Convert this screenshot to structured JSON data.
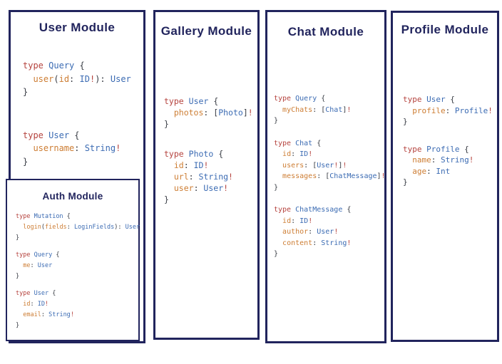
{
  "palette": {
    "navy": "#21245d",
    "keyword_red": "#b5433e",
    "type_blue": "#3b6bb3",
    "field_orange": "#cd7d33",
    "punct_dark": "#383c44",
    "background": "#ffffff"
  },
  "modules": [
    {
      "id": "user",
      "title": "User Module",
      "blocks": [
        [
          [
            [
              "type",
              "k"
            ],
            [
              " ",
              "p"
            ],
            [
              "Query",
              "t"
            ],
            [
              " {",
              "p"
            ]
          ],
          [
            [
              "  ",
              "p"
            ],
            [
              "user",
              "f"
            ],
            [
              "(",
              "p"
            ],
            [
              "id",
              "f"
            ],
            [
              ": ",
              "p"
            ],
            [
              "ID",
              "t"
            ],
            [
              "!",
              "k"
            ],
            [
              "): ",
              "p"
            ],
            [
              "User",
              "t"
            ]
          ],
          [
            [
              "}",
              "p"
            ]
          ]
        ],
        [
          [
            [
              "type",
              "k"
            ],
            [
              " ",
              "p"
            ],
            [
              "User",
              "t"
            ],
            [
              " {",
              "p"
            ]
          ],
          [
            [
              "  ",
              "p"
            ],
            [
              "username",
              "f"
            ],
            [
              ": ",
              "p"
            ],
            [
              "String",
              "t"
            ],
            [
              "!",
              "k"
            ]
          ],
          [
            [
              "}",
              "p"
            ]
          ]
        ]
      ]
    },
    {
      "id": "auth",
      "title": "Auth Module",
      "blocks": [
        [
          [
            [
              "type",
              "k"
            ],
            [
              " ",
              "p"
            ],
            [
              "Mutation",
              "t"
            ],
            [
              " {",
              "p"
            ]
          ],
          [
            [
              "  ",
              "p"
            ],
            [
              "login",
              "f"
            ],
            [
              "(",
              "p"
            ],
            [
              "fields",
              "f"
            ],
            [
              ": ",
              "p"
            ],
            [
              "LoginFields",
              "t"
            ],
            [
              "): ",
              "p"
            ],
            [
              "User",
              "t"
            ]
          ],
          [
            [
              "}",
              "p"
            ]
          ]
        ],
        [
          [
            [
              "type",
              "k"
            ],
            [
              " ",
              "p"
            ],
            [
              "Query",
              "t"
            ],
            [
              " {",
              "p"
            ]
          ],
          [
            [
              "  ",
              "p"
            ],
            [
              "me",
              "f"
            ],
            [
              ": ",
              "p"
            ],
            [
              "User",
              "t"
            ]
          ],
          [
            [
              "}",
              "p"
            ]
          ]
        ],
        [
          [
            [
              "type",
              "k"
            ],
            [
              " ",
              "p"
            ],
            [
              "User",
              "t"
            ],
            [
              " {",
              "p"
            ]
          ],
          [
            [
              "  ",
              "p"
            ],
            [
              "id",
              "f"
            ],
            [
              ": ",
              "p"
            ],
            [
              "ID",
              "t"
            ],
            [
              "!",
              "k"
            ]
          ],
          [
            [
              "  ",
              "p"
            ],
            [
              "email",
              "f"
            ],
            [
              ": ",
              "p"
            ],
            [
              "String",
              "t"
            ],
            [
              "!",
              "k"
            ]
          ],
          [
            [
              "}",
              "p"
            ]
          ]
        ]
      ]
    },
    {
      "id": "gallery",
      "title": "Gallery Module",
      "blocks": [
        [
          [
            [
              "type",
              "k"
            ],
            [
              " ",
              "p"
            ],
            [
              "User",
              "t"
            ],
            [
              " {",
              "p"
            ]
          ],
          [
            [
              "  ",
              "p"
            ],
            [
              "photos",
              "f"
            ],
            [
              ": [",
              "p"
            ],
            [
              "Photo",
              "t"
            ],
            [
              "]",
              "p"
            ],
            [
              "!",
              "k"
            ]
          ],
          [
            [
              "}",
              "p"
            ]
          ]
        ],
        [
          [
            [
              "type",
              "k"
            ],
            [
              " ",
              "p"
            ],
            [
              "Photo",
              "t"
            ],
            [
              " {",
              "p"
            ]
          ],
          [
            [
              "  ",
              "p"
            ],
            [
              "id",
              "f"
            ],
            [
              ": ",
              "p"
            ],
            [
              "ID",
              "t"
            ],
            [
              "!",
              "k"
            ]
          ],
          [
            [
              "  ",
              "p"
            ],
            [
              "url",
              "f"
            ],
            [
              ": ",
              "p"
            ],
            [
              "String",
              "t"
            ],
            [
              "!",
              "k"
            ]
          ],
          [
            [
              "  ",
              "p"
            ],
            [
              "user",
              "f"
            ],
            [
              ": ",
              "p"
            ],
            [
              "User",
              "t"
            ],
            [
              "!",
              "k"
            ]
          ],
          [
            [
              "}",
              "p"
            ]
          ]
        ]
      ]
    },
    {
      "id": "chat",
      "title": "Chat Module",
      "blocks": [
        [
          [
            [
              "type",
              "k"
            ],
            [
              " ",
              "p"
            ],
            [
              "Query",
              "t"
            ],
            [
              " {",
              "p"
            ]
          ],
          [
            [
              "  ",
              "p"
            ],
            [
              "myChats",
              "f"
            ],
            [
              ": [",
              "p"
            ],
            [
              "Chat",
              "t"
            ],
            [
              "]",
              "p"
            ],
            [
              "!",
              "k"
            ]
          ],
          [
            [
              "}",
              "p"
            ]
          ]
        ],
        [
          [
            [
              "type",
              "k"
            ],
            [
              " ",
              "p"
            ],
            [
              "Chat",
              "t"
            ],
            [
              " {",
              "p"
            ]
          ],
          [
            [
              "  ",
              "p"
            ],
            [
              "id",
              "f"
            ],
            [
              ": ",
              "p"
            ],
            [
              "ID",
              "t"
            ],
            [
              "!",
              "k"
            ]
          ],
          [
            [
              "  ",
              "p"
            ],
            [
              "users",
              "f"
            ],
            [
              ": [",
              "p"
            ],
            [
              "User",
              "t"
            ],
            [
              "!",
              "k"
            ],
            [
              "]",
              "p"
            ],
            [
              "!",
              "k"
            ]
          ],
          [
            [
              "  ",
              "p"
            ],
            [
              "messages",
              "f"
            ],
            [
              ": [",
              "p"
            ],
            [
              "ChatMessage",
              "t"
            ],
            [
              "]",
              "p"
            ],
            [
              "!",
              "k"
            ]
          ],
          [
            [
              "}",
              "p"
            ]
          ]
        ],
        [
          [
            [
              "type",
              "k"
            ],
            [
              " ",
              "p"
            ],
            [
              "ChatMessage",
              "t"
            ],
            [
              " {",
              "p"
            ]
          ],
          [
            [
              "  ",
              "p"
            ],
            [
              "id",
              "f"
            ],
            [
              ": ",
              "p"
            ],
            [
              "ID",
              "t"
            ],
            [
              "!",
              "k"
            ]
          ],
          [
            [
              "  ",
              "p"
            ],
            [
              "author",
              "f"
            ],
            [
              ": ",
              "p"
            ],
            [
              "User",
              "t"
            ],
            [
              "!",
              "k"
            ]
          ],
          [
            [
              "  ",
              "p"
            ],
            [
              "content",
              "f"
            ],
            [
              ": ",
              "p"
            ],
            [
              "String",
              "t"
            ],
            [
              "!",
              "k"
            ]
          ],
          [
            [
              "}",
              "p"
            ]
          ]
        ]
      ]
    },
    {
      "id": "profile",
      "title": "Profile Module",
      "blocks": [
        [
          [
            [
              "type",
              "k"
            ],
            [
              " ",
              "p"
            ],
            [
              "User",
              "t"
            ],
            [
              " {",
              "p"
            ]
          ],
          [
            [
              "  ",
              "p"
            ],
            [
              "profile",
              "f"
            ],
            [
              ": ",
              "p"
            ],
            [
              "Profile",
              "t"
            ],
            [
              "!",
              "k"
            ]
          ],
          [
            [
              "}",
              "p"
            ]
          ]
        ],
        [
          [
            [
              "type",
              "k"
            ],
            [
              " ",
              "p"
            ],
            [
              "Profile",
              "t"
            ],
            [
              " {",
              "p"
            ]
          ],
          [
            [
              "  ",
              "p"
            ],
            [
              "name",
              "f"
            ],
            [
              ": ",
              "p"
            ],
            [
              "String",
              "t"
            ],
            [
              "!",
              "k"
            ]
          ],
          [
            [
              "  ",
              "p"
            ],
            [
              "age",
              "f"
            ],
            [
              ": ",
              "p"
            ],
            [
              "Int",
              "t"
            ]
          ],
          [
            [
              "}",
              "p"
            ]
          ]
        ]
      ]
    }
  ]
}
